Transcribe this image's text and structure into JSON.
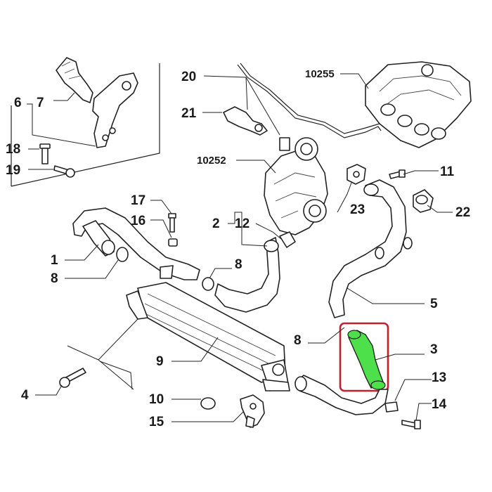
{
  "callouts": {
    "c1": "1",
    "c2": "2",
    "c3": "3",
    "c4": "4",
    "c5": "5",
    "c6": "6",
    "c7": "7",
    "c8a": "8",
    "c8b": "8",
    "c8c": "8",
    "c9": "9",
    "c10": "10",
    "c11": "11",
    "c12": "12",
    "c13": "13",
    "c14": "14",
    "c15": "15",
    "c16": "16",
    "c17": "17",
    "c18": "18",
    "c19": "19",
    "c20": "20",
    "c21": "21",
    "c22": "22",
    "c23": "23",
    "c10252": "10252",
    "c10255": "10255"
  },
  "colors": {
    "highlight_fill": "#4ee04a",
    "highlight_box": "#c8202a",
    "line": "#222222"
  }
}
